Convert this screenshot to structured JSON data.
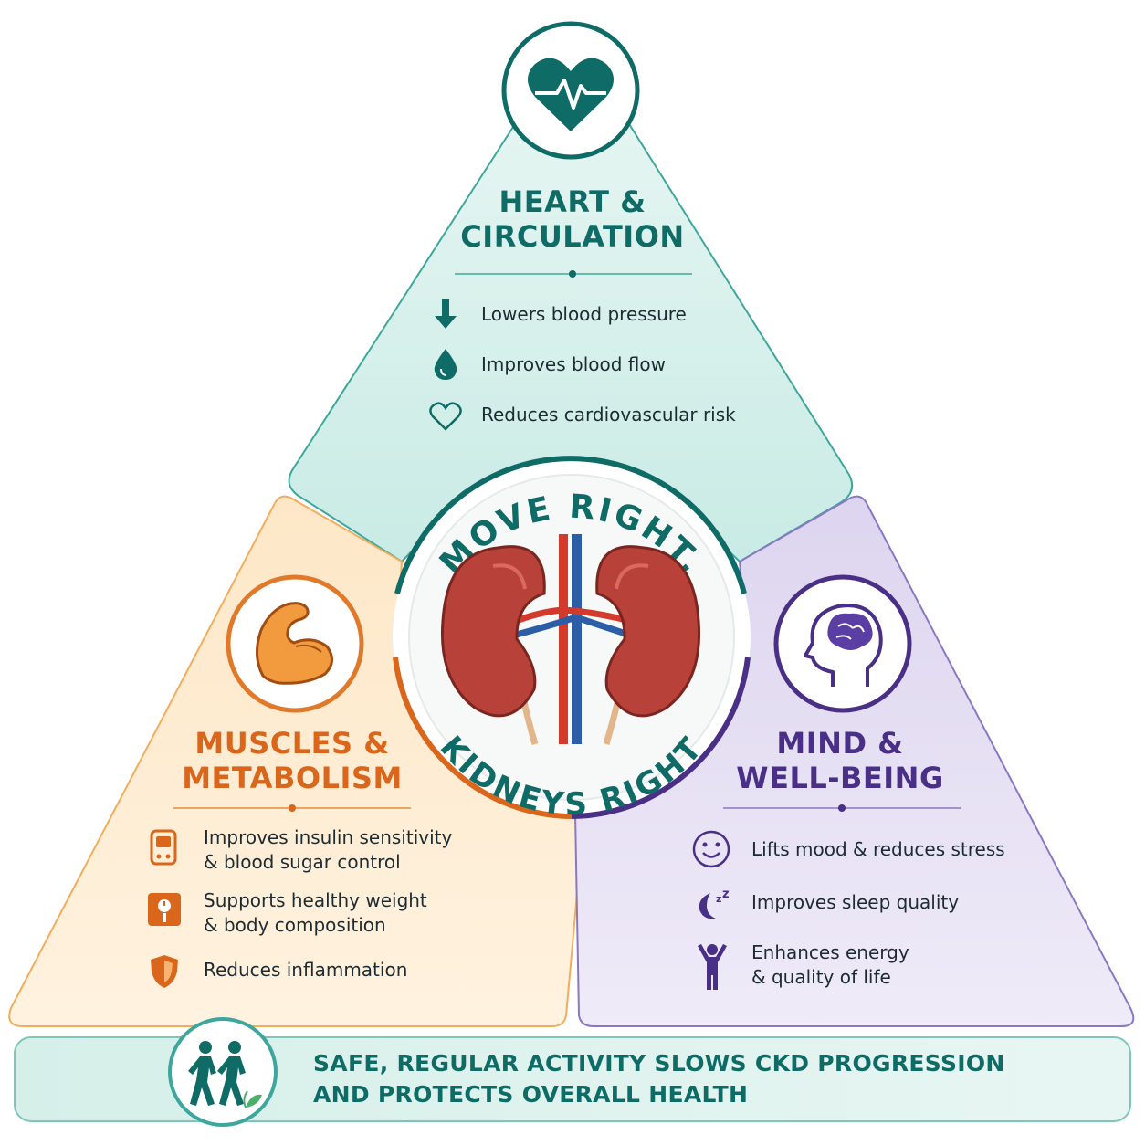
{
  "colors": {
    "teal": "#0f6b66",
    "orange": "#d9661b",
    "purple": "#4a2f86"
  },
  "center": {
    "arc_top": "MOVE RIGHT,",
    "arc_bottom": "KIDNEYS RIGHT",
    "image": "kidneys-illustration"
  },
  "heart": {
    "icon": "heart-pulse-icon",
    "title_line1": "HEART &",
    "title_line2": "CIRCULATION",
    "items": [
      {
        "icon": "arrow-down-icon",
        "text": "Lowers blood pressure"
      },
      {
        "icon": "blood-drop-icon",
        "text": "Improves blood flow"
      },
      {
        "icon": "heart-outline-icon",
        "text": "Reduces cardiovascular risk"
      }
    ]
  },
  "muscles": {
    "icon": "flexed-bicep-icon",
    "title_line1": "MUSCLES &",
    "title_line2": "METABOLISM",
    "items": [
      {
        "icon": "glucose-meter-icon",
        "line1": "Improves insulin sensitivity",
        "line2": "& blood sugar control"
      },
      {
        "icon": "scale-icon",
        "line1": "Supports healthy weight",
        "line2": "& body composition"
      },
      {
        "icon": "shield-icon",
        "line1": "Reduces inflammation",
        "line2": ""
      }
    ]
  },
  "mind": {
    "icon": "brain-head-icon",
    "title_line1": "MIND &",
    "title_line2": "WELL-BEING",
    "items": [
      {
        "icon": "smiley-icon",
        "line1": "Lifts mood & reduces stress",
        "line2": ""
      },
      {
        "icon": "moon-sleep-icon",
        "line1": "Improves sleep quality",
        "line2": ""
      },
      {
        "icon": "person-cheer-icon",
        "line1": "Enhances energy",
        "line2": "& quality of life"
      }
    ]
  },
  "footer": {
    "icon": "walking-people-icon",
    "line1": "SAFE, REGULAR ACTIVITY SLOWS CKD PROGRESSION",
    "line2": "AND PROTECTS OVERALL HEALTH"
  }
}
